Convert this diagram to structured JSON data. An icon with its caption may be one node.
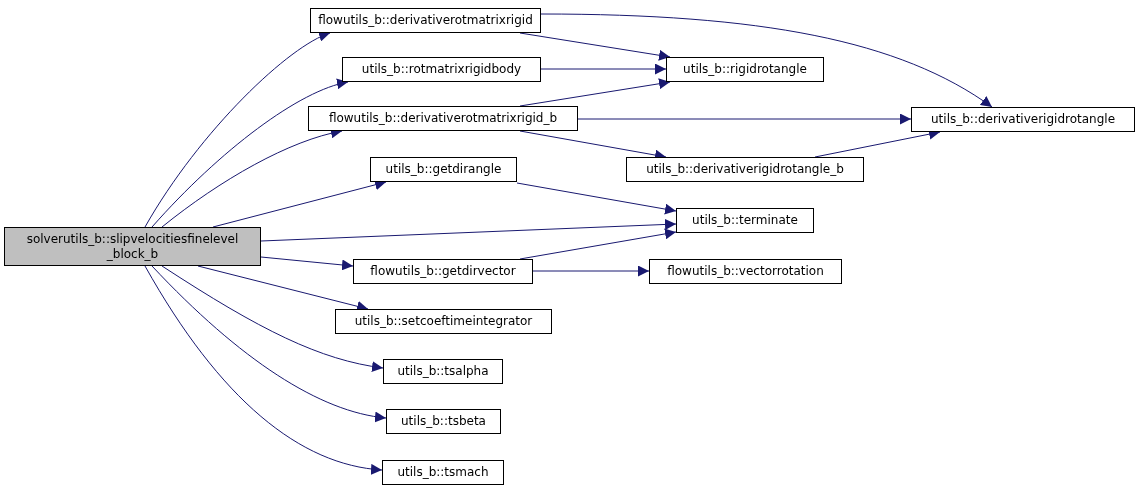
{
  "diagram": {
    "nodes": [
      {
        "text": [
          "solverutils_b::slipvelocitiesfinelevel _block_b"
        ]
      },
      {
        "text": [
          "flowutils_b::derivativerotmatrixrigid"
        ]
      },
      {
        "text": [
          "utils_b::rotmatrixrigidbody"
        ]
      },
      {
        "text": [
          "flowutils_b::derivativerotmatrixrigid_b"
        ]
      },
      {
        "text": [
          "utils_b::getdirangle"
        ]
      },
      {
        "text": [
          "flowutils_b::getdirvector"
        ]
      },
      {
        "text": [
          "utils_b::setcoeftimeintegrator"
        ]
      },
      {
        "text": [
          "utils_b::tsalpha"
        ]
      },
      {
        "text": [
          "utils_b::tsbeta"
        ]
      },
      {
        "text": [
          "utils_b::tsmach"
        ]
      },
      {
        "text": [
          "utils_b::rigidrotangle"
        ]
      },
      {
        "text": [
          "utils_b::derivativerigidrotangle"
        ]
      },
      {
        "text": [
          "utils_b::derivativerigidrotangle_b"
        ]
      },
      {
        "text": [
          "utils_b::terminate"
        ]
      },
      {
        "text": [
          "flowutils_b::vectorrotation"
        ]
      }
    ],
    "edges": [
      {
        "from": 0,
        "to": 1,
        "arrow": "to"
      },
      {
        "from": 0,
        "to": 2,
        "arrow": "to"
      },
      {
        "from": 0,
        "to": 3,
        "arrow": "to"
      },
      {
        "from": 0,
        "to": 4,
        "arrow": "to"
      },
      {
        "from": 0,
        "to": 13,
        "arrow": "to"
      },
      {
        "from": 0,
        "to": 5,
        "arrow": "to"
      },
      {
        "from": 0,
        "to": 6,
        "arrow": "to"
      },
      {
        "from": 0,
        "to": 7,
        "arrow": "to"
      },
      {
        "from": 0,
        "to": 8,
        "arrow": "to"
      },
      {
        "from": 0,
        "to": 9,
        "arrow": "to"
      },
      {
        "from": 1,
        "to": 10,
        "arrow": "to"
      },
      {
        "from": 1,
        "to": 11,
        "arrow": "to"
      },
      {
        "from": 2,
        "to": 10,
        "arrow": "to"
      },
      {
        "from": 3,
        "to": 10,
        "arrow": "to"
      },
      {
        "from": 3,
        "to": 11,
        "arrow": "to"
      },
      {
        "from": 3,
        "to": 12,
        "arrow": "to"
      },
      {
        "from": 12,
        "to": 11,
        "arrow": "to"
      },
      {
        "from": 4,
        "to": 13,
        "arrow": "to"
      },
      {
        "from": 5,
        "to": 13,
        "arrow": "to"
      },
      {
        "from": 5,
        "to": 14,
        "arrow": "to"
      }
    ]
  }
}
